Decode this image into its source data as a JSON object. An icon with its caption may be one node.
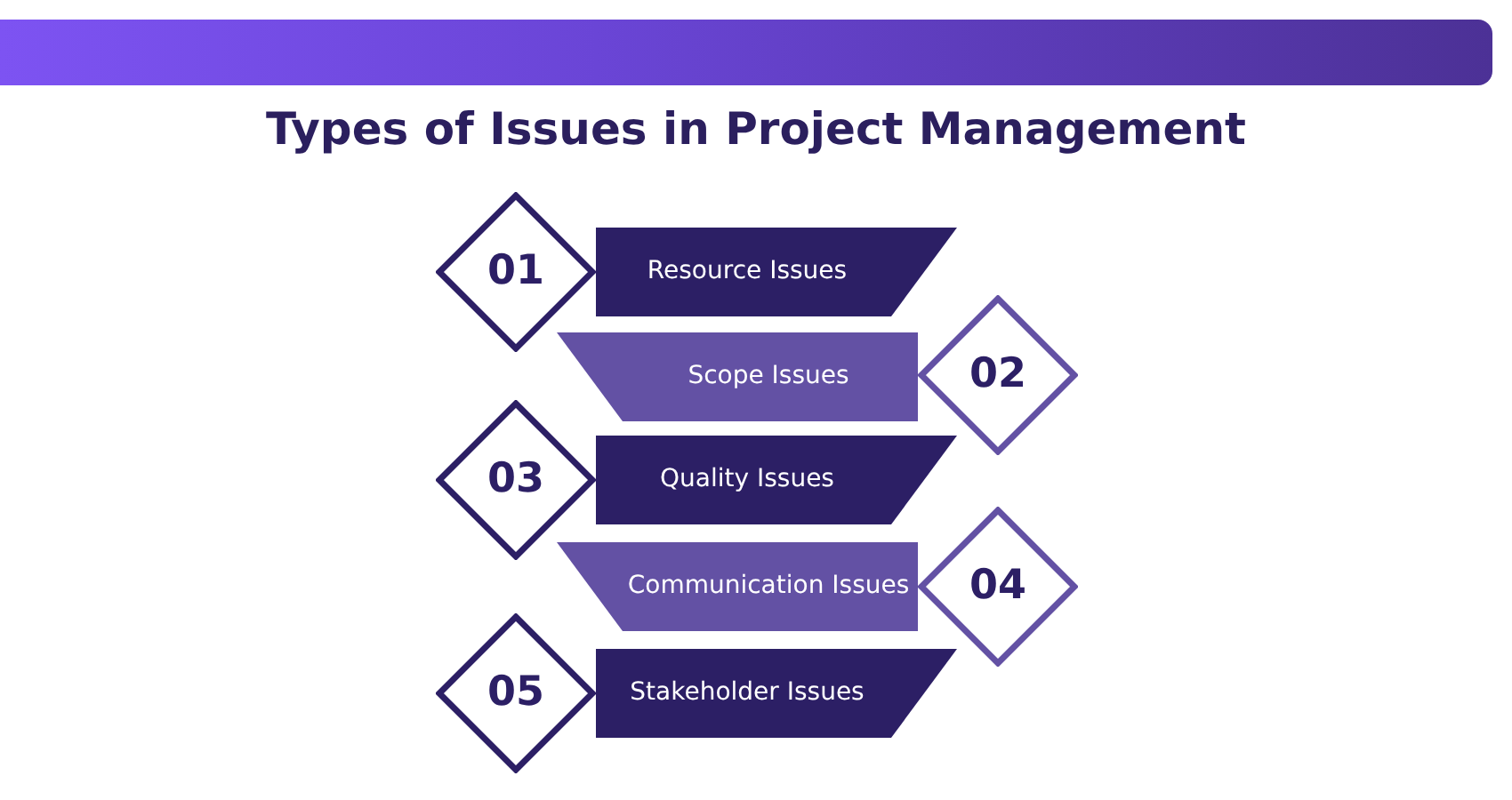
{
  "diagram": {
    "title": "Types of Issues in Project Management",
    "nodes": [
      {
        "text": [
          "01"
        ]
      },
      {
        "text": [
          "Resource Issues"
        ]
      },
      {
        "text": [
          "Scope Issues"
        ]
      },
      {
        "text": [
          "02"
        ]
      },
      {
        "text": [
          "03"
        ]
      },
      {
        "text": [
          "Quality Issues"
        ]
      },
      {
        "text": [
          "Communication Issues"
        ]
      },
      {
        "text": [
          "04"
        ]
      },
      {
        "text": [
          "05"
        ]
      },
      {
        "text": [
          "Stakeholder Issues"
        ]
      }
    ]
  }
}
